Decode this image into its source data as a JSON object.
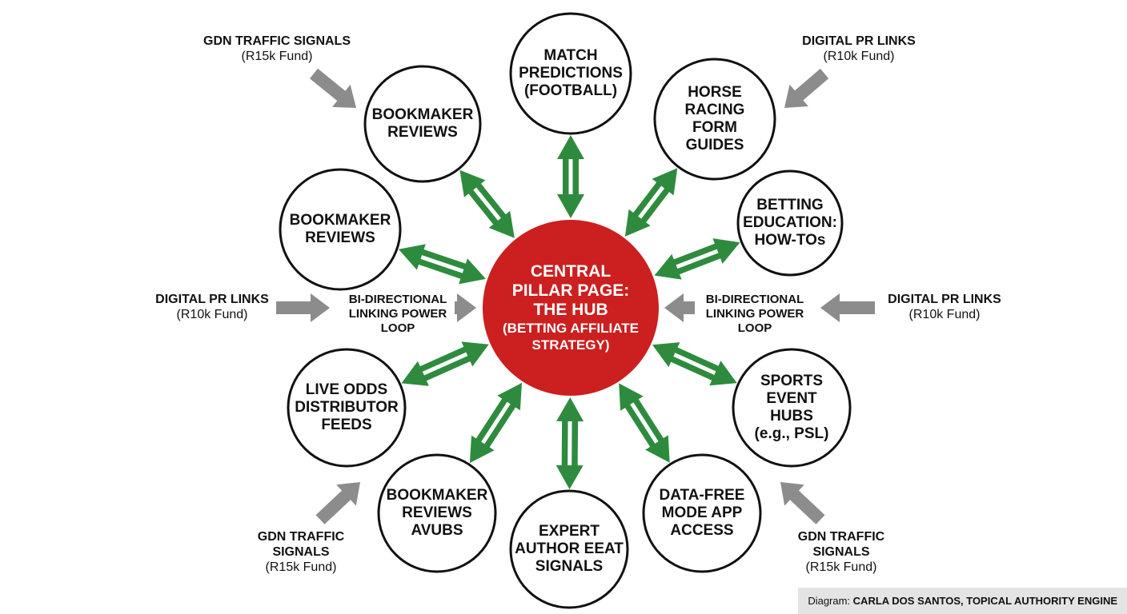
{
  "hub": {
    "lines": [
      "CENTRAL",
      "PILLAR PAGE:",
      "THE HUB"
    ],
    "sub_lines": [
      "(BETTING AFFILIATE",
      "STRATEGY)"
    ],
    "color": "#cc1f1f"
  },
  "nodes": [
    {
      "id": "match-predictions",
      "lines": [
        "MATCH",
        "PREDICTIONS",
        "(FOOTBALL)"
      ]
    },
    {
      "id": "horse-racing",
      "lines": [
        "HORSE",
        "RACING",
        "FORM",
        "GUIDES"
      ]
    },
    {
      "id": "betting-education",
      "lines": [
        "BETTING",
        "EDUCATION:",
        "HOW-TOs"
      ]
    },
    {
      "id": "sports-event-hubs",
      "lines": [
        "SPORTS",
        "EVENT",
        "HUBS",
        "(e.g., PSL)"
      ]
    },
    {
      "id": "data-free-mode",
      "lines": [
        "DATA-FREE",
        "MODE APP",
        "ACCESS"
      ]
    },
    {
      "id": "expert-author",
      "lines": [
        "EXPERT",
        "AUTHOR EEAT",
        "SIGNALS"
      ]
    },
    {
      "id": "bookmaker-reviews-avubs",
      "lines": [
        "BOOKMAKER",
        "REVIEWS",
        "AVUBS"
      ]
    },
    {
      "id": "live-odds",
      "lines": [
        "LIVE ODDS",
        "DISTRIBUTOR",
        "FEEDS"
      ]
    },
    {
      "id": "bookmaker-reviews-left",
      "lines": [
        "BOOKMAKER",
        "REVIEWS"
      ]
    },
    {
      "id": "bookmaker-reviews-top",
      "lines": [
        "BOOKMAKER",
        "REVIEWS"
      ]
    }
  ],
  "signals": {
    "top_left": {
      "title_lines": [
        "GDN TRAFFIC SIGNALS"
      ],
      "fund": "(R15k Fund)"
    },
    "top_right": {
      "title_lines": [
        "DIGITAL PR LINKS"
      ],
      "fund": "(R10k Fund)"
    },
    "mid_left": {
      "title_lines": [
        "DIGITAL PR LINKS"
      ],
      "fund": "(R10k Fund)"
    },
    "mid_right": {
      "title_lines": [
        "DIGITAL PR LINKS"
      ],
      "fund": "(R10k Fund)"
    },
    "bottom_left": {
      "title_lines": [
        "GDN TRAFFIC",
        "SIGNALS"
      ],
      "fund": "(R15k Fund)"
    },
    "bottom_right": {
      "title_lines": [
        "GDN TRAFFIC",
        "SIGNALS"
      ],
      "fund": "(R15k Fund)"
    }
  },
  "loop_labels": {
    "left": [
      "BI-DIRECTIONAL",
      "LINKING POWER",
      "LOOP"
    ],
    "right": [
      "BI-DIRECTIONAL",
      "LINKING POWER",
      "LOOP"
    ]
  },
  "credit": {
    "prefix": "Diagram: ",
    "name": "CARLA DOS SANTOS, TOPICAL AUTHORITY ENGINE"
  },
  "colors": {
    "green_arrow": "#2e8b3e",
    "gray_arrow": "#8c8c8c",
    "node_border": "#111111",
    "credit_bg": "#e4e4e4"
  }
}
